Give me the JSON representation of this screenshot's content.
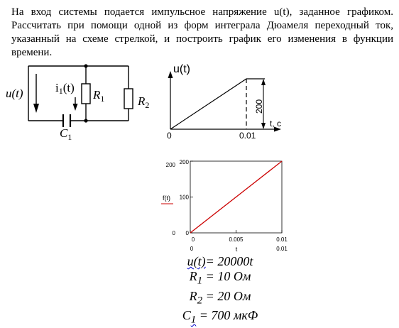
{
  "problem": {
    "text": "На вход системы подается импульсное напряжение u(t), заданное графиком. Рассчитать при помощи одной из форм интеграла Дюамеля переходный ток, указанный на схеме стрелкой, и построить график его изменения в функции времени."
  },
  "circuit": {
    "source_main": "u",
    "source_paren": "(t)",
    "current_main": "i",
    "current_sub": "1",
    "current_paren": "(t)",
    "r1_main": "R",
    "r1_sub": "1",
    "r2_main": "R",
    "r2_sub": "2",
    "c1_main": "C",
    "c1_sub": "1"
  },
  "input_graph": {
    "y_label": "u(t)",
    "x_label": "t, c",
    "origin_label": "0",
    "x_tick_label": "0.01",
    "amplitude_label": "200"
  },
  "chart_data": {
    "type": "line",
    "x": [
      0,
      0.01
    ],
    "series": [
      {
        "values": [
          0,
          200
        ],
        "color": "#cc0000"
      }
    ],
    "xlim": [
      0,
      0.01
    ],
    "ylim": [
      0,
      200
    ],
    "y_label": "f(t)",
    "x_label": "t",
    "y_tick_labels": [
      "200",
      "100",
      "0"
    ],
    "y_outer_labels": [
      "200",
      "0"
    ],
    "x_tick_labels": [
      "0",
      "0.005",
      "0.01"
    ],
    "x_outer_labels": [
      "0",
      "0.01"
    ]
  },
  "parameters": {
    "u_lhs": "u(t)",
    "u_rhs": "= 20000t",
    "r1_main": "R",
    "r1_sub": "1",
    "r1_value": " = 10 Ом",
    "r2_main": "R",
    "r2_sub": "2",
    "r2_value": " = 20 Ом",
    "c1_main": "C",
    "c1_sub": "1",
    "c1_value": " = 700 мкФ"
  }
}
